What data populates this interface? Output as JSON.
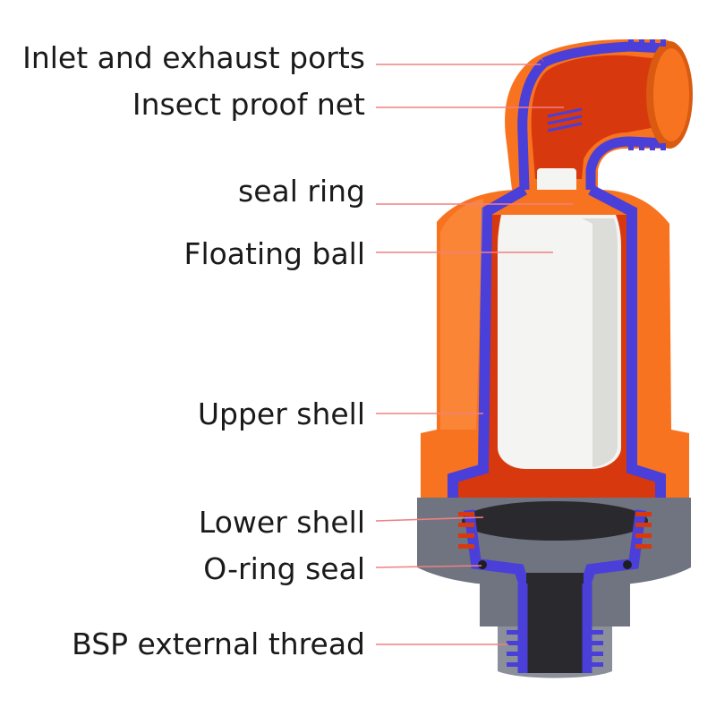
{
  "labels": {
    "inlet_exhaust_ports": "Inlet and exhaust ports",
    "insect_proof_net": "Insect proof net",
    "seal_ring": "seal ring",
    "floating_ball": "Floating ball",
    "upper_shell": "Upper shell",
    "lower_shell": "Lower shell",
    "o_ring_seal": "O-ring seal",
    "bsp_external_thread": "BSP external thread"
  },
  "colors": {
    "leader_line": "#f08080",
    "body_orange": "#f7731f",
    "body_orange_dark": "#d95a10",
    "inner_red": "#d8380e",
    "cross_section_blue": "#4a3fd8",
    "float_white": "#f4f4f2",
    "base_grey": "#6f7480",
    "thread_grey": "#8a8f99",
    "outlet_dark": "#2a2a2e",
    "seal_black": "#1e1e22"
  }
}
